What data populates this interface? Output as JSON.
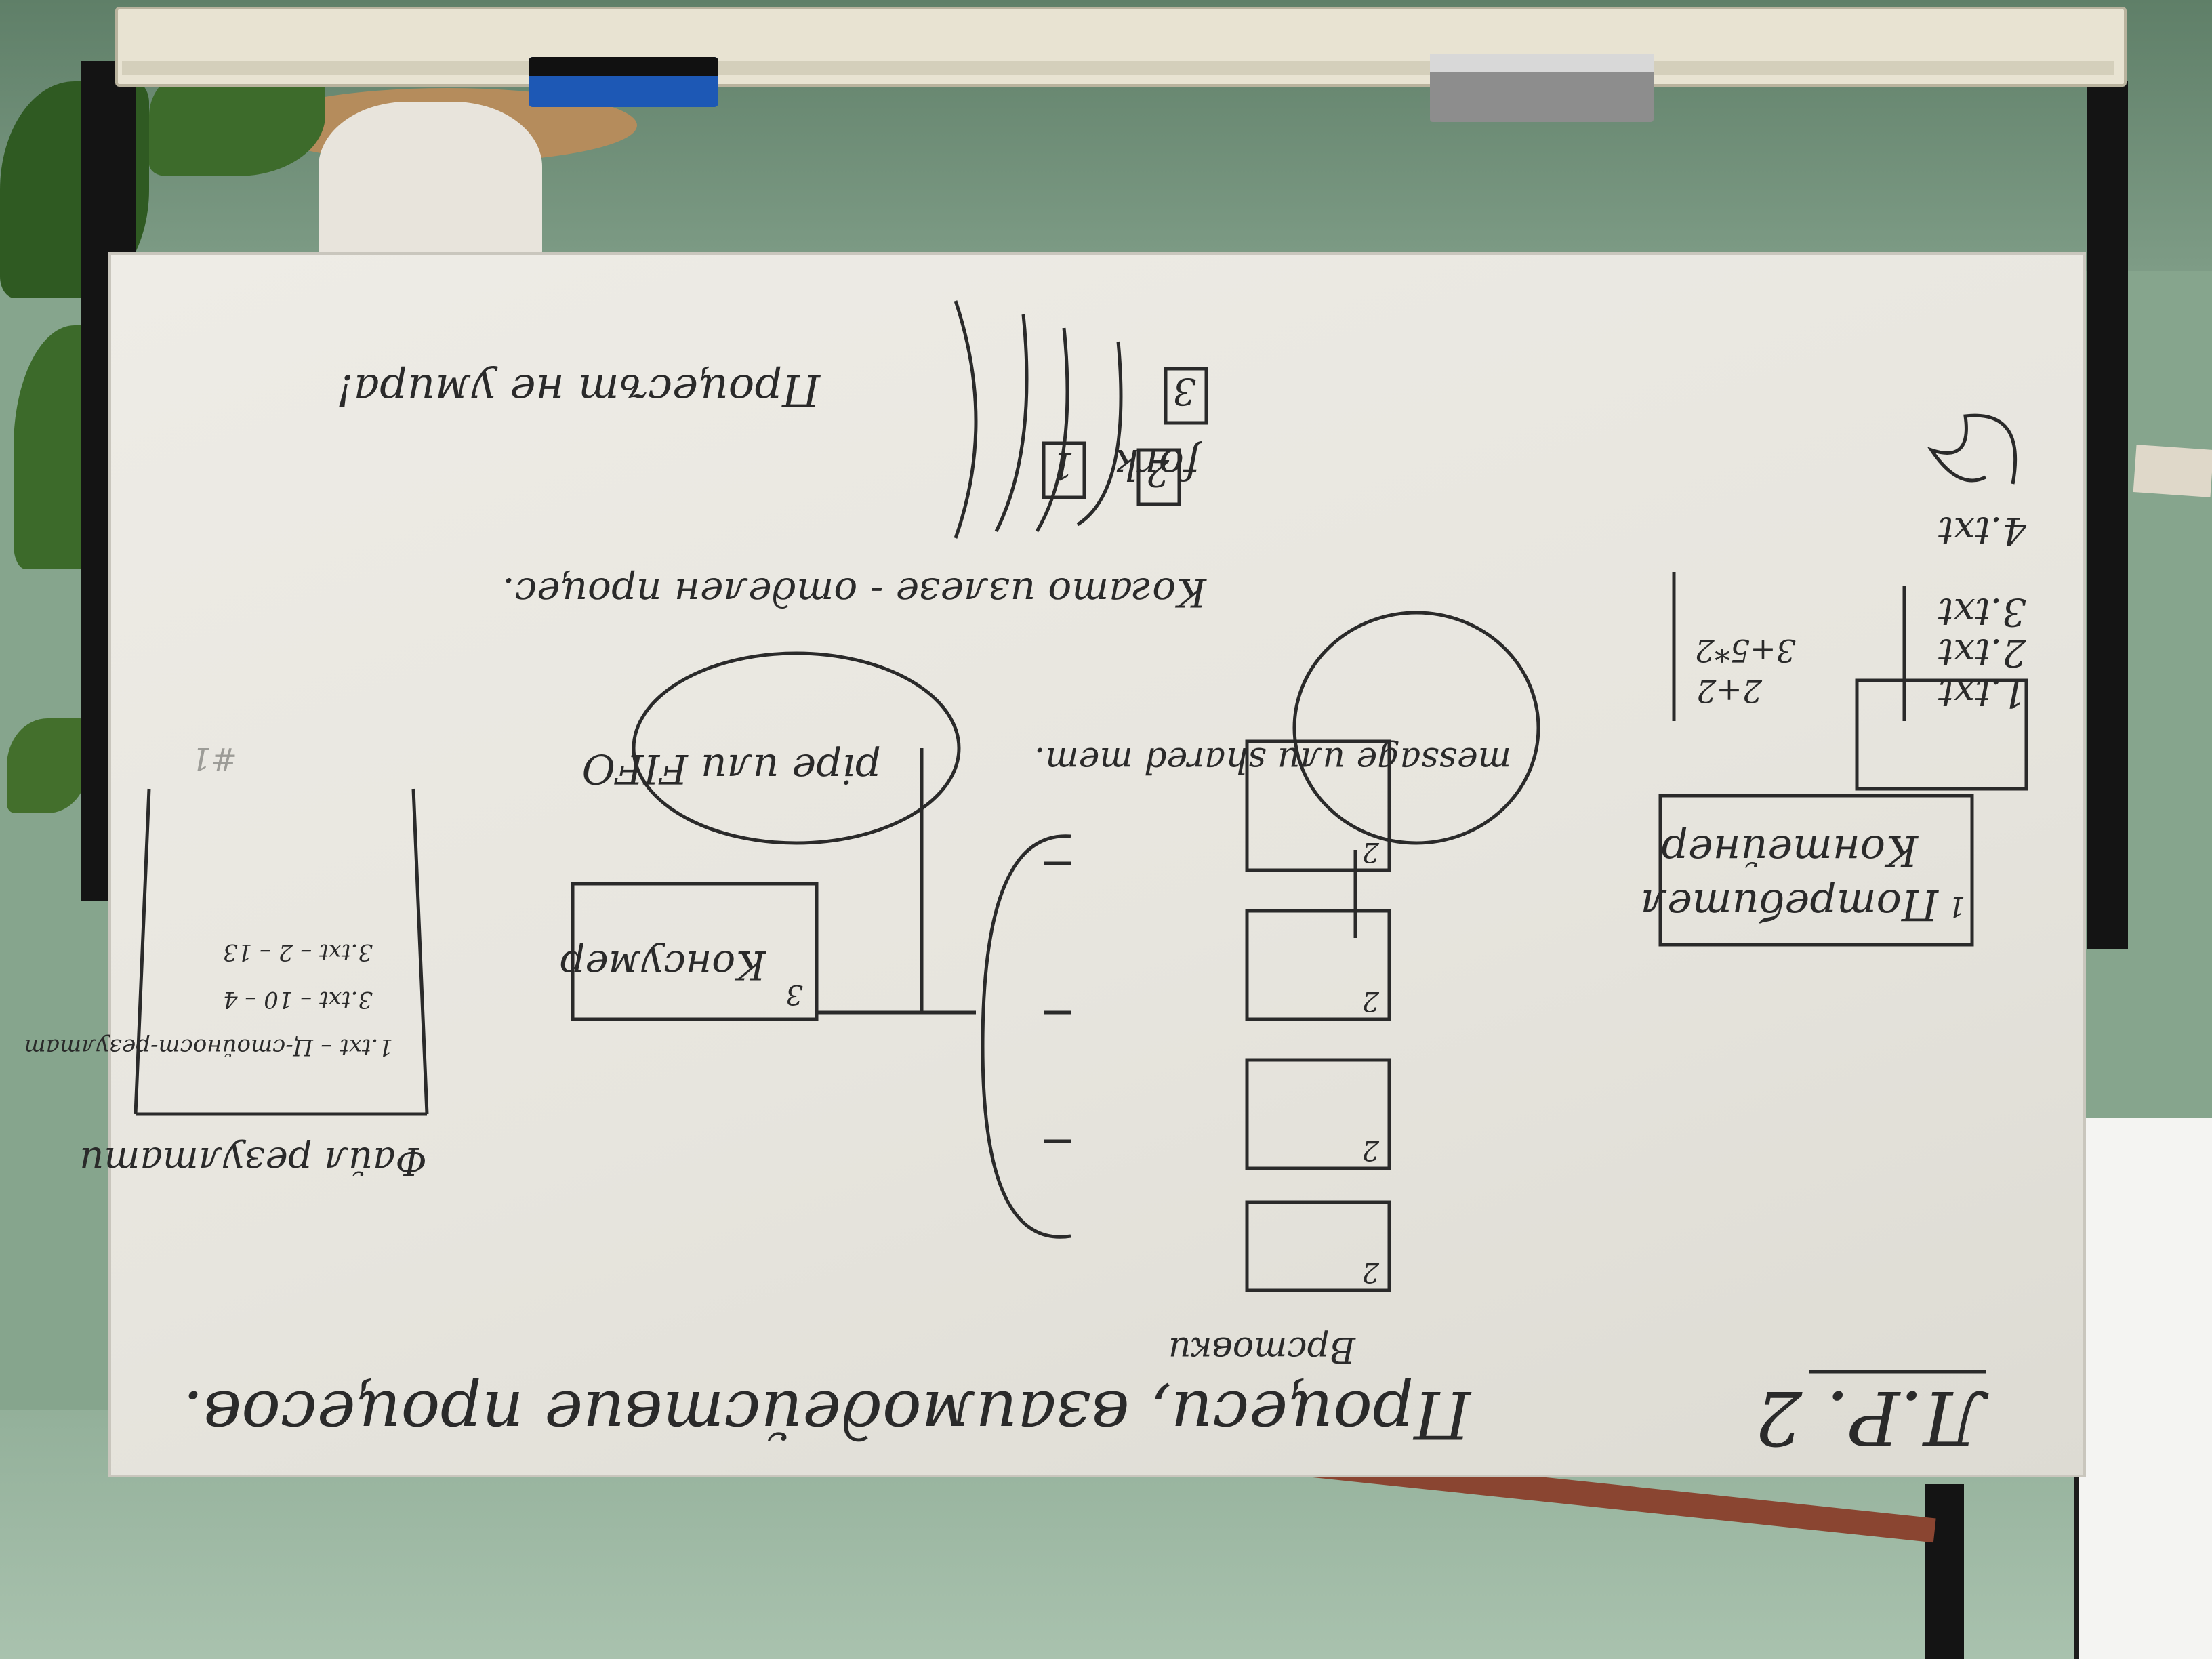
{
  "board": {
    "title": "Процеси, взаимодействие процесов.",
    "corner_label": "Л.Р. 2",
    "header_block1": "Потребител",
    "header_block2": "Контейнер",
    "queue_label": "Врстовки",
    "pipe_text": "pipe или FIFO",
    "message_text": "message или shared mem.",
    "box_label": "Консумер",
    "file_list_label": "Файл резултати",
    "file_rows": [
      "1.txt",
      "2.txt",
      "3.txt"
    ],
    "expr_rows": [
      "2+2",
      "3+5*2"
    ],
    "extra_file": "4.txt",
    "kill_text": "Когато излезе - отделен процес.",
    "fork_text": "fork",
    "fork_nums": [
      "1",
      "2",
      "3"
    ],
    "process_end": "Процесът не умира!",
    "result_line1": "1.txt – Ц-стойност-резултат",
    "result_line2": "3.txt – 10 – 4",
    "result_line3": "3.txt – 2 – 13",
    "num_boxes": [
      "2",
      "2",
      "2",
      "2"
    ],
    "consumer_num": "3",
    "producer_num": "1",
    "scribble_num": "#1"
  }
}
